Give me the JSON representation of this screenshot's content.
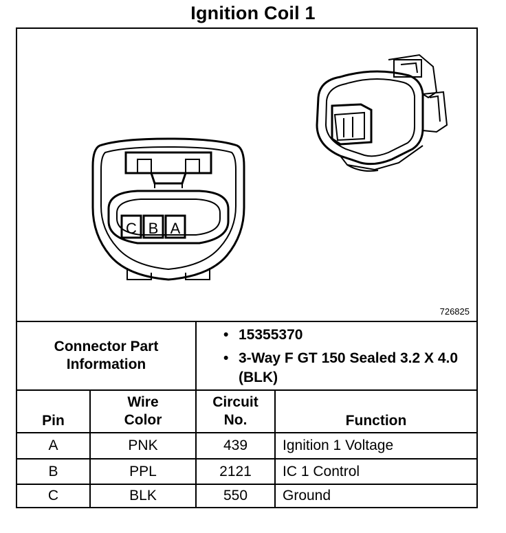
{
  "title": "Ignition Coil 1",
  "figure": {
    "id": "726825",
    "pin_labels": [
      "C",
      "B",
      "A"
    ]
  },
  "connector_info": {
    "label": "Connector Part Information",
    "bullet_char": "•",
    "part_number": "15355370",
    "description": "3-Way F GT 150 Sealed 3.2 X 4.0 (BLK)"
  },
  "table": {
    "headers": {
      "pin": "Pin",
      "wire_color": "Wire Color",
      "circuit_no": "Circuit No.",
      "function": "Function"
    },
    "rows": [
      {
        "pin": "A",
        "wire_color": "PNK",
        "circuit_no": "439",
        "function": "Ignition 1 Voltage"
      },
      {
        "pin": "B",
        "wire_color": "PPL",
        "circuit_no": "2121",
        "function": "IC 1 Control"
      },
      {
        "pin": "C",
        "wire_color": "BLK",
        "circuit_no": "550",
        "function": "Ground"
      }
    ]
  }
}
